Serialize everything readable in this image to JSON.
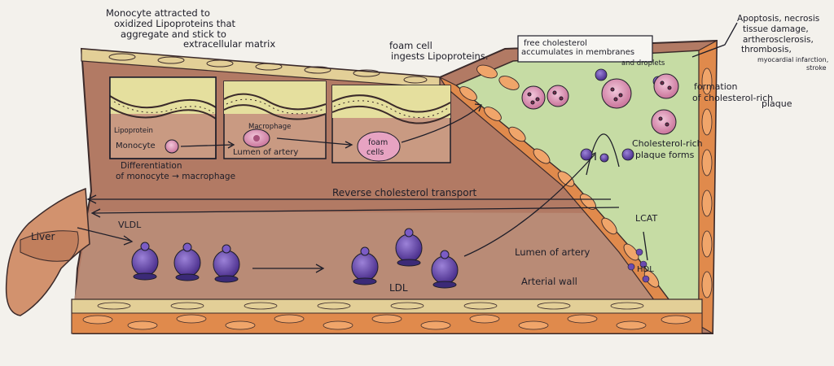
{
  "labels": {
    "monocyte_attracted": [
      "Monocyte attracted to",
      "oxidized Lipoproteins that",
      "aggregate and stick to",
      "extracellular matrix"
    ],
    "foam_cell_ingests": [
      "foam cell",
      "ingests Lipoproteins."
    ],
    "free_cholesterol": [
      "free cholesterol",
      "accumulates in membranes",
      "and droplets"
    ],
    "apoptosis": [
      "Apoptosis, necrosis",
      "tissue damage,",
      "artherosclerosis,",
      "thrombosis,",
      "myocardial infarction,",
      "stroke"
    ],
    "formation_plaque": [
      "formation",
      "of cholesterol-rich",
      "plaque"
    ],
    "plaque_forms": [
      "Cholesterol-rich",
      "plaque forms"
    ],
    "lipoprotein": "Lipoprotein",
    "monocyte": "Monocyte",
    "macrophage": "Macrophage",
    "lumen_of_artery_inset": "Lumen of artery",
    "foam_cell": [
      "foam",
      "cells"
    ],
    "differentiation": [
      "Differentiation",
      "of monocyte → macrophage"
    ],
    "reverse_transport": "Reverse cholesterol transport",
    "liver": "Liver",
    "vldl": "VLDL",
    "ldl": "LDL",
    "lcat": "LCAT",
    "hdl": "HDL",
    "lumen_of_artery": "Lumen of artery",
    "arterial_wall": "Arterial wall"
  },
  "colors": {
    "paper": "#f3f1ec",
    "artery_wall": "#b27a64",
    "lumen": "#b98d78",
    "plaque_green": "#c6dca4",
    "endothelium": "#e3cf97",
    "orange_cell": "#e08a4c",
    "lipoprotein_purple": "#6a4ab0",
    "macrophage_pink": "#d98fb0",
    "ink": "#1d1d28"
  }
}
